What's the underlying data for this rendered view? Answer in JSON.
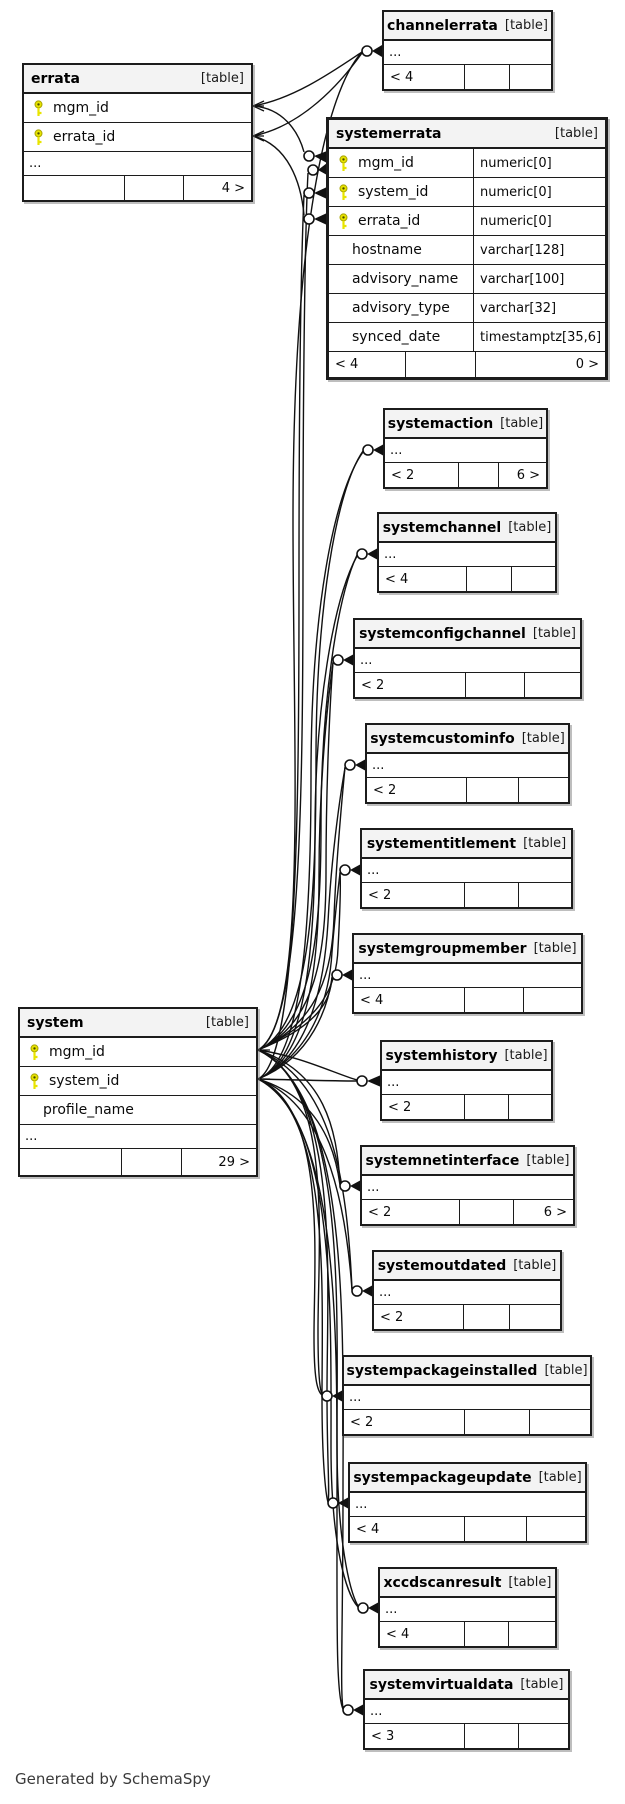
{
  "footer_note": "Generated by SchemaSpy",
  "colors": {
    "header_bg": "#f3f3f3",
    "border": "#1c1c1c",
    "key_icon": "#e8e400",
    "edge": "#111111"
  },
  "icons": {
    "primary_key": "primary-key-icon",
    "fk_connector": "fk-circle-crowfoot"
  },
  "tables": {
    "errata": {
      "name": "errata",
      "tag": "[table]",
      "placeholder": "...",
      "columns": [
        {
          "name": "mgm_id",
          "key": true
        },
        {
          "name": "errata_id",
          "key": true
        }
      ],
      "footer": {
        "l": "",
        "m": "",
        "r": "4 >"
      }
    },
    "channelerrata": {
      "name": "channelerrata",
      "tag": "[table]",
      "placeholder": "...",
      "footer": {
        "l": "< 4",
        "m": "",
        "r": ""
      }
    },
    "systemerrata": {
      "name": "systemerrata",
      "tag": "[table]",
      "columns": [
        {
          "name": "mgm_id",
          "type": "numeric[0]",
          "key": true
        },
        {
          "name": "system_id",
          "type": "numeric[0]",
          "key": true
        },
        {
          "name": "errata_id",
          "type": "numeric[0]",
          "key": true
        },
        {
          "name": "hostname",
          "type": "varchar[128]",
          "key": false
        },
        {
          "name": "advisory_name",
          "type": "varchar[100]",
          "key": false
        },
        {
          "name": "advisory_type",
          "type": "varchar[32]",
          "key": false
        },
        {
          "name": "synced_date",
          "type": "timestamptz[35,6]",
          "key": false
        }
      ],
      "footer": {
        "l": "< 4",
        "m": "",
        "r": "0 >"
      }
    },
    "systemaction": {
      "name": "systemaction",
      "tag": "[table]",
      "placeholder": "...",
      "footer": {
        "l": "< 2",
        "m": "",
        "r": "6 >"
      }
    },
    "systemchannel": {
      "name": "systemchannel",
      "tag": "[table]",
      "placeholder": "...",
      "footer": {
        "l": "< 4",
        "m": "",
        "r": ""
      }
    },
    "systemconfigchannel": {
      "name": "systemconfigchannel",
      "tag": "[table]",
      "placeholder": "...",
      "footer": {
        "l": "< 2",
        "m": "",
        "r": ""
      }
    },
    "systemcustominfo": {
      "name": "systemcustominfo",
      "tag": "[table]",
      "placeholder": "...",
      "footer": {
        "l": "< 2",
        "m": "",
        "r": ""
      }
    },
    "systementitlement": {
      "name": "systementitlement",
      "tag": "[table]",
      "placeholder": "...",
      "footer": {
        "l": "< 2",
        "m": "",
        "r": ""
      }
    },
    "systemgroupmember": {
      "name": "systemgroupmember",
      "tag": "[table]",
      "placeholder": "...",
      "footer": {
        "l": "< 4",
        "m": "",
        "r": ""
      }
    },
    "systemhistory": {
      "name": "systemhistory",
      "tag": "[table]",
      "placeholder": "...",
      "footer": {
        "l": "< 2",
        "m": "",
        "r": ""
      }
    },
    "systemnetinterface": {
      "name": "systemnetinterface",
      "tag": "[table]",
      "placeholder": "...",
      "footer": {
        "l": "< 2",
        "m": "",
        "r": "6 >"
      }
    },
    "systemoutdated": {
      "name": "systemoutdated",
      "tag": "[table]",
      "placeholder": "...",
      "footer": {
        "l": "< 2",
        "m": "",
        "r": ""
      }
    },
    "system": {
      "name": "system",
      "tag": "[table]",
      "placeholder": "...",
      "columns": [
        {
          "name": "mgm_id",
          "key": true
        },
        {
          "name": "system_id",
          "key": true
        },
        {
          "name": "profile_name",
          "key": false
        }
      ],
      "footer": {
        "l": "",
        "m": "",
        "r": "29 >"
      }
    },
    "systempackageinstalled": {
      "name": "systempackageinstalled",
      "tag": "[table]",
      "placeholder": "...",
      "footer": {
        "l": "< 2",
        "m": "",
        "r": ""
      }
    },
    "systempackageupdate": {
      "name": "systempackageupdate",
      "tag": "[table]",
      "placeholder": "...",
      "footer": {
        "l": "< 4",
        "m": "",
        "r": ""
      }
    },
    "xccdscanresult": {
      "name": "xccdscanresult",
      "tag": "[table]",
      "placeholder": "...",
      "footer": {
        "l": "< 4",
        "m": "",
        "r": ""
      }
    },
    "systemvirtualdata": {
      "name": "systemvirtualdata",
      "tag": "[table]",
      "placeholder": "...",
      "footer": {
        "l": "< 3",
        "m": "",
        "r": ""
      }
    }
  }
}
